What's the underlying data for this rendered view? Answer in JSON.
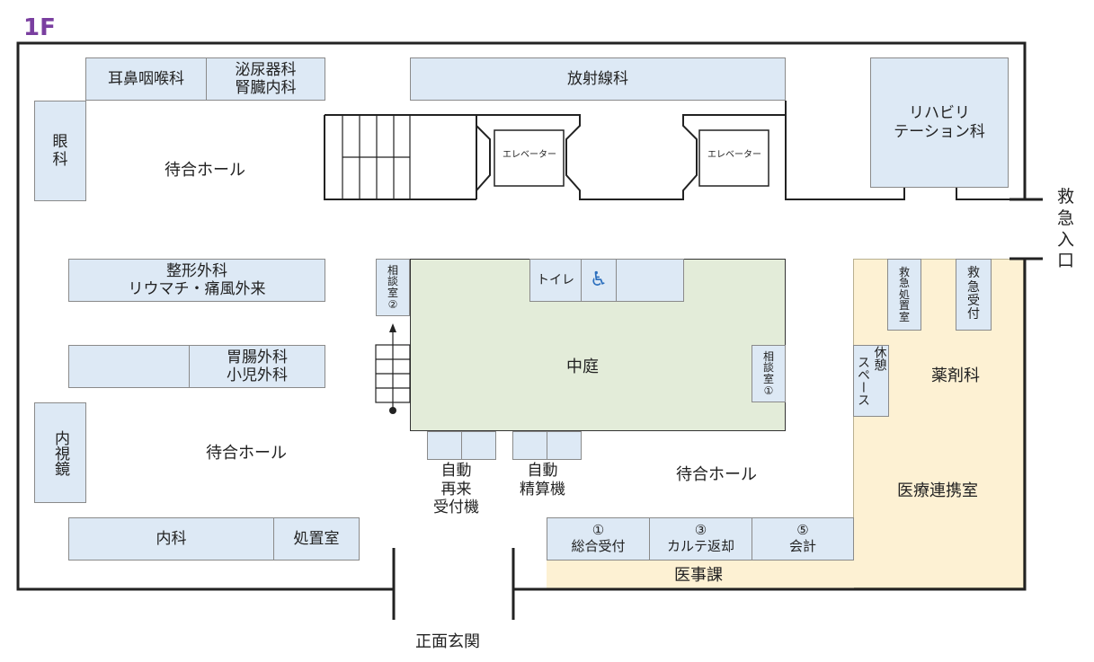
{
  "floor": "1F",
  "colors": {
    "room": "#dde9f5",
    "courtyard": "#e3ecd9",
    "pharmacy_area": "#fdf1d3",
    "wall": "#222222",
    "floor_label": "#7a3fa0",
    "accessibility": "#2a6ebd"
  },
  "rooms": {
    "ent": "耳鼻咽喉科",
    "urology": [
      "泌尿器科",
      "腎臓内科"
    ],
    "radiology": "放射線科",
    "rehab": [
      "リハビリ",
      "テーション科"
    ],
    "ophthalmology": [
      "眼",
      "科"
    ],
    "elevator1": "エレベーター",
    "elevator2": "エレベーター",
    "orthopedics": [
      "整形外科",
      "リウマチ・痛風外来"
    ],
    "gastro": [
      "胃腸外科",
      "小児外科"
    ],
    "endoscopy": "内視鏡",
    "internal": "内科",
    "treatment": "処置室",
    "consult2": [
      "相",
      "談",
      "室",
      "②"
    ],
    "consult1": [
      "相",
      "談",
      "室",
      "①"
    ],
    "toilet": "トイレ",
    "courtyard": "中庭",
    "emergency_treatment": [
      "救",
      "急",
      "処",
      "置",
      "室"
    ],
    "emergency_reception": [
      "救",
      "急",
      "受",
      "付"
    ],
    "rest_space": [
      "スペース",
      "休憩"
    ],
    "pharmacy": "薬剤科",
    "cooperation": "医療連携室",
    "counter1": [
      "①",
      "総合受付"
    ],
    "counter3": [
      "③",
      "カルテ返却"
    ],
    "counter5": [
      "⑤",
      "会計"
    ],
    "medical_affairs": "医事課"
  },
  "labels": {
    "waiting_top": "待合ホール",
    "waiting_mid": "待合ホール",
    "waiting_right": "待合ホール",
    "kiosk_reentry": [
      "自動",
      "再来",
      "受付機"
    ],
    "kiosk_payment": [
      "自動",
      "精算機"
    ],
    "front_entrance": "正面玄関",
    "emergency_entrance": [
      "救",
      "急",
      "入",
      "口"
    ]
  },
  "icons": {
    "accessibility": "wheelchair-icon"
  }
}
